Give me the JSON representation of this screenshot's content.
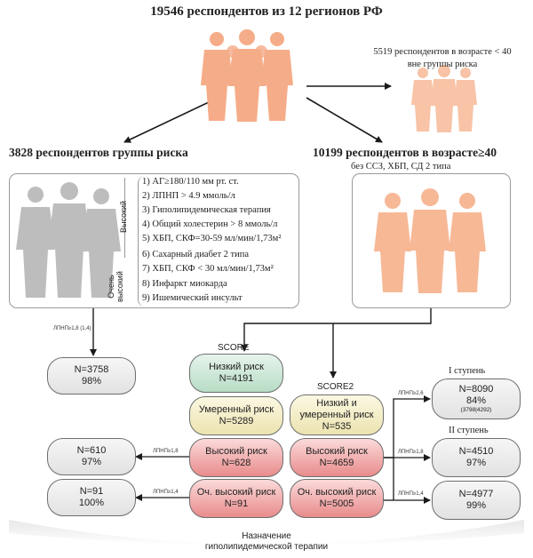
{
  "title": "19546 респондентов из 12 регионов РФ",
  "young": {
    "line1": "5519 респондентов в возрасте < 40",
    "line2": "вне группы риска"
  },
  "risk_group": {
    "title": "3828 респондентов группы риска"
  },
  "older": {
    "title": "10199 респондентов в возрасте≥40",
    "subtitle": "без ССЗ, ХБП, СД 2 типа"
  },
  "criteria_labels": {
    "high": "Высокий",
    "very_high_1": "Очень",
    "very_high_2": "высокий"
  },
  "criteria": [
    "1) АГ≥180/110 мм рт. ст.",
    "2) ЛПНП > 4.9 ммоль/л",
    "3) Гиполипидемическая терапия",
    "4) Общий холестерин > 8 ммоль/л",
    "5) ХБП, СКФ=30-59 мл/мин/1,73м²",
    "6) Сахарный диабет 2 типа",
    "7) ХБП, СКФ < 30 мл/мин/1,73м²",
    "8) Инфаркт миокарда",
    "9) Ишемический инсульт"
  ],
  "arrow_labels": {
    "risk_target": "ЛПНП≥1,8 (1,4)",
    "high_left": "ЛПНП≥1,8",
    "vhigh_left": "ЛПНП≥1,4",
    "s2_low": "ЛПНП≥2,6",
    "s2_high": "ЛПНП≥1,8",
    "s2_vhigh": "ЛПНП≥1,4"
  },
  "score": {
    "label": "SCORE",
    "low": {
      "name": "Низкий риск",
      "n": "N=4191"
    },
    "moderate": {
      "name": "Умеренный риск",
      "n": "N=5289"
    },
    "high": {
      "name": "Высокий риск",
      "n": "N=628"
    },
    "very_high": {
      "name": "Оч. высокий риск",
      "n": "N=91"
    }
  },
  "score2": {
    "label": "SCORE2",
    "low": {
      "name1": "Низкий и",
      "name2": "умеренный риск",
      "n": "N=535"
    },
    "high": {
      "name": "Высокий риск",
      "n": "N=4659"
    },
    "very_high": {
      "name": "Оч. высокий риск",
      "n": "N=5005"
    }
  },
  "left_results": {
    "risk": {
      "n": "N=3758",
      "pct": "98%"
    },
    "high": {
      "n": "N=610",
      "pct": "97%"
    },
    "very_high": {
      "n": "N=91",
      "pct": "100%"
    }
  },
  "right_results": {
    "stage1": {
      "label": "I ступень",
      "n": "N=8090",
      "pct": "84%",
      "note": "(3798|4292)"
    },
    "stage2": {
      "label": "II ступень",
      "n": "N=4510",
      "pct": "97%"
    },
    "stage3": {
      "n": "N=4977",
      "pct": "99%"
    }
  },
  "footer": {
    "line1": "Назначение",
    "line2": "гиполипидемической терапии"
  },
  "colors": {
    "people_orange": "#f5a882",
    "people_gray": "#bdbdbd"
  }
}
